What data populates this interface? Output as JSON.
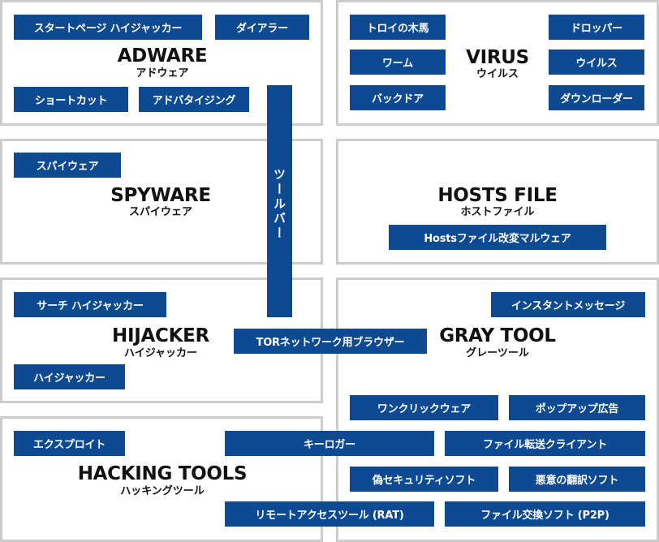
{
  "adware": {
    "title": "ADWARE",
    "subtitle": "アドウェア",
    "tags": [
      "スタートページ ハイジャッカー",
      "ダイアラー",
      "ショートカット",
      "アドバタイジング"
    ]
  },
  "virus": {
    "title": "VIRUS",
    "subtitle": "ウイルス",
    "tags": [
      "トロイの木馬",
      "ワーム",
      "バックドア",
      "ドロッパー",
      "ウイルス",
      "ダウンローダー"
    ]
  },
  "spyware": {
    "title": "SPYWARE",
    "subtitle": "スパイウェア",
    "tags": [
      "スパイウェア"
    ]
  },
  "hosts": {
    "title": "HOSTS FILE",
    "subtitle": "ホストファイル",
    "tags": [
      "Hostsファイル改変マルウェア"
    ]
  },
  "hijacker": {
    "title": "HIJACKER",
    "subtitle": "ハイジャッカー",
    "tags": [
      "サーチ ハイジャッカー",
      "ハイジャッカー"
    ]
  },
  "graytool": {
    "title": "GRAY TOOL",
    "subtitle": "グレーツール",
    "tags": [
      "インスタントメッセージ",
      "ワンクリックウェア",
      "ポップアップ広告",
      "ファイル転送クライアント",
      "偽セキュリティソフト",
      "悪意の翻訳ソフト",
      "ファイル交換ソフト (P2P)"
    ]
  },
  "hacking": {
    "title": "HACKING TOOLS",
    "subtitle": "ハッキングツール",
    "tags": [
      "エクスプロイト",
      "キーロガー",
      "リモートアクセスツール (RAT)"
    ]
  },
  "shared": {
    "toolbar": "ツールバー",
    "tor": "TORネットワーク用ブラウザー"
  }
}
